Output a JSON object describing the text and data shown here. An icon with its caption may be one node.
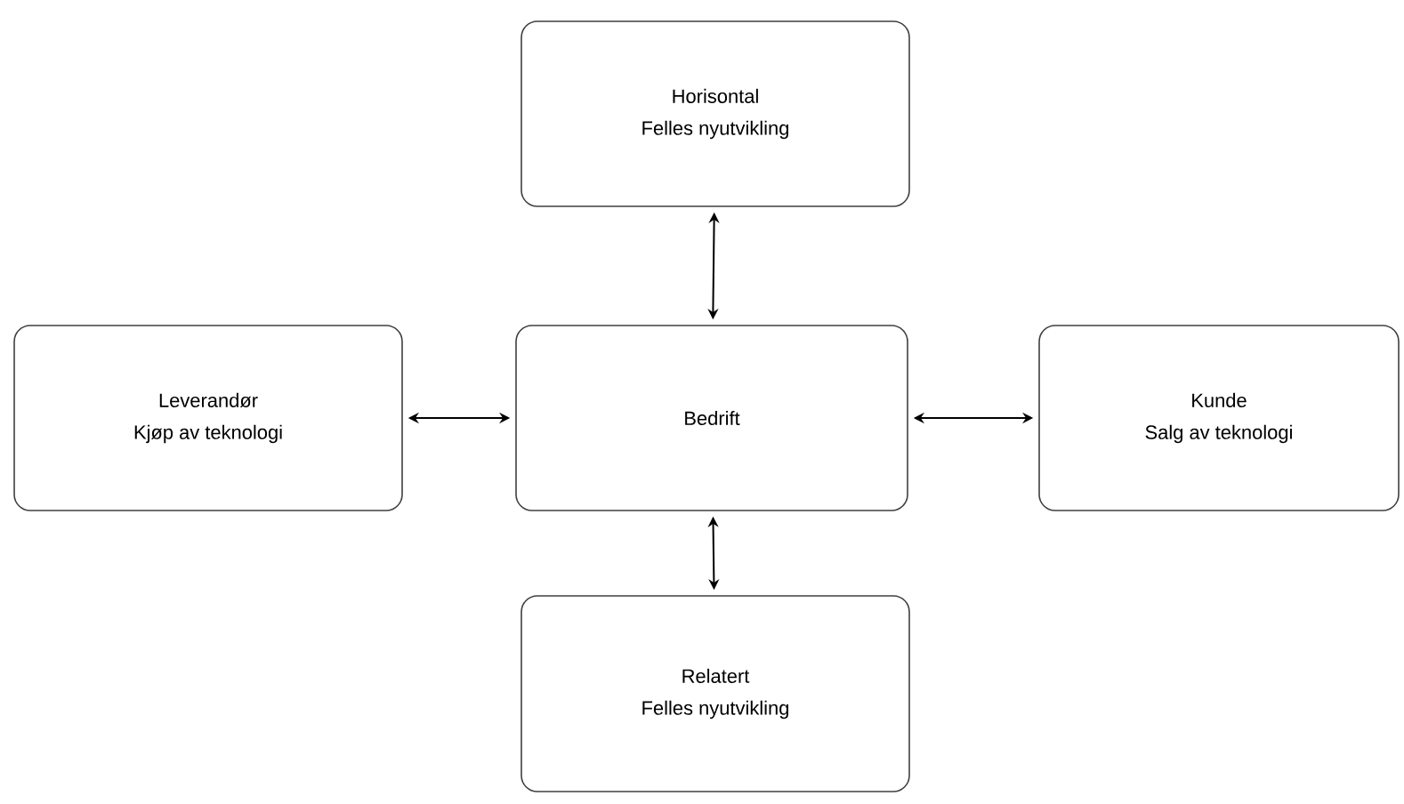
{
  "diagram": {
    "nodes": [
      {
        "text": [
          "Horisontal",
          "Felles nyutvikling"
        ]
      },
      {
        "text": [
          "Leverandør",
          "Kjøp av teknologi"
        ]
      },
      {
        "text": [
          "Bedrift"
        ]
      },
      {
        "text": [
          "Kunde",
          "Salg av teknologi"
        ]
      },
      {
        "text": [
          "Relatert",
          "Felles nyutvikling"
        ]
      }
    ],
    "edges": [
      {
        "from": 2,
        "to": 0,
        "arrow": "both"
      },
      {
        "from": 2,
        "to": 1,
        "arrow": "both"
      },
      {
        "from": 2,
        "to": 3,
        "arrow": "both"
      },
      {
        "from": 2,
        "to": 4,
        "arrow": "both"
      }
    ]
  }
}
